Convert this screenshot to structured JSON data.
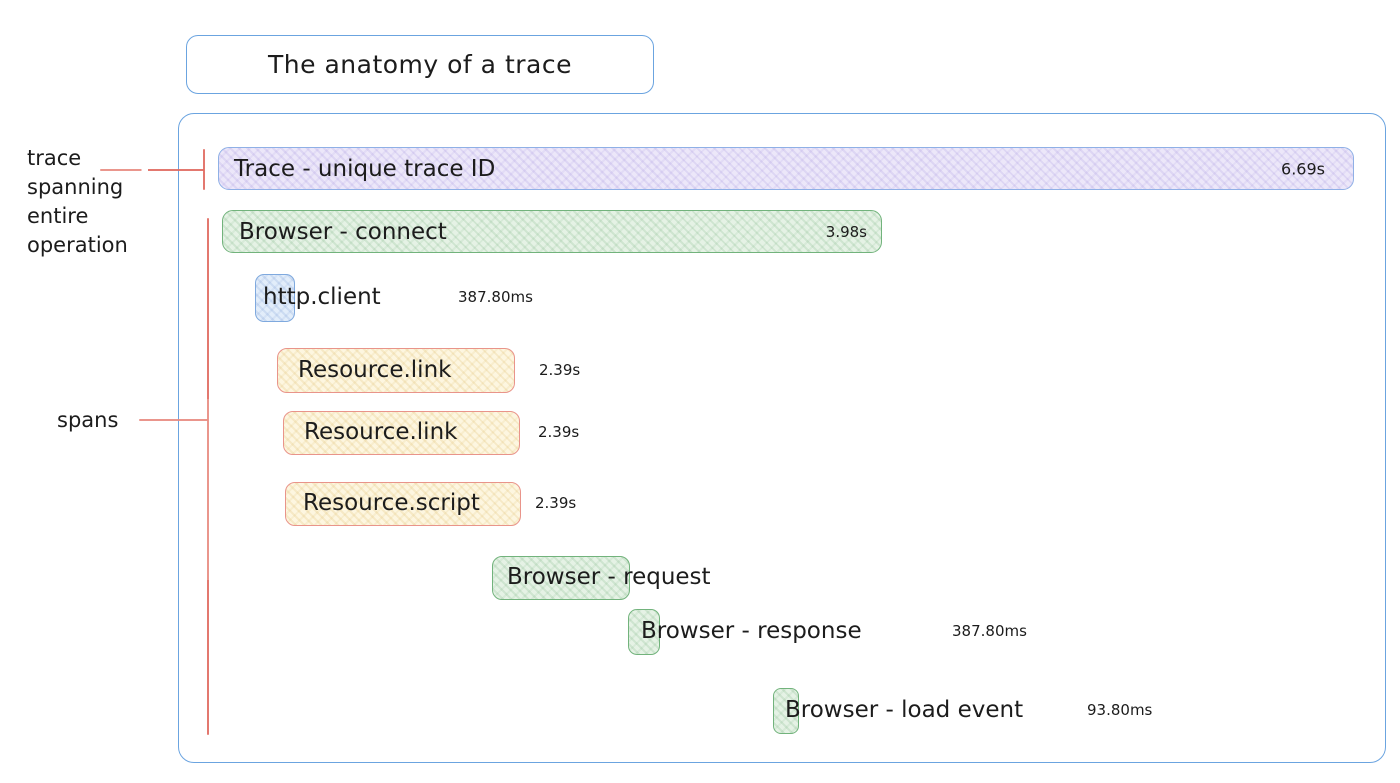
{
  "title": "The anatomy of a trace",
  "annotations": {
    "trace_note": "trace\nspanning\nentire\noperation",
    "spans_note": "spans"
  },
  "spans": [
    {
      "label": "Trace - unique trace ID",
      "duration": "6.69s",
      "kind": "trace"
    },
    {
      "label": "Browser - connect",
      "duration": "3.98s",
      "kind": "browser"
    },
    {
      "label": "http.client",
      "duration": "387.80ms",
      "kind": "http"
    },
    {
      "label": "Resource.link",
      "duration": "2.39s",
      "kind": "resource"
    },
    {
      "label": "Resource.link",
      "duration": "2.39s",
      "kind": "resource"
    },
    {
      "label": "Resource.script",
      "duration": "2.39s",
      "kind": "resource"
    },
    {
      "label": "Browser - request",
      "duration": "",
      "kind": "browser"
    },
    {
      "label": "Browser - response",
      "duration": "387.80ms",
      "kind": "browser"
    },
    {
      "label": "Browser - load event",
      "duration": "93.80ms",
      "kind": "browser"
    }
  ],
  "colors": {
    "frame_border": "#6ba4e0",
    "trace_fill": "#ece7f9",
    "trace_border": "#8fb0e6",
    "browser_fill": "#e5f2e5",
    "browser_border": "#72b37c",
    "http_fill": "#e2edfa",
    "http_border": "#7fa9de",
    "resource_fill": "#fdf6e0",
    "resource_border": "#e9948a",
    "pointer_red": "#e0695f",
    "text": "#1c1c1c"
  }
}
